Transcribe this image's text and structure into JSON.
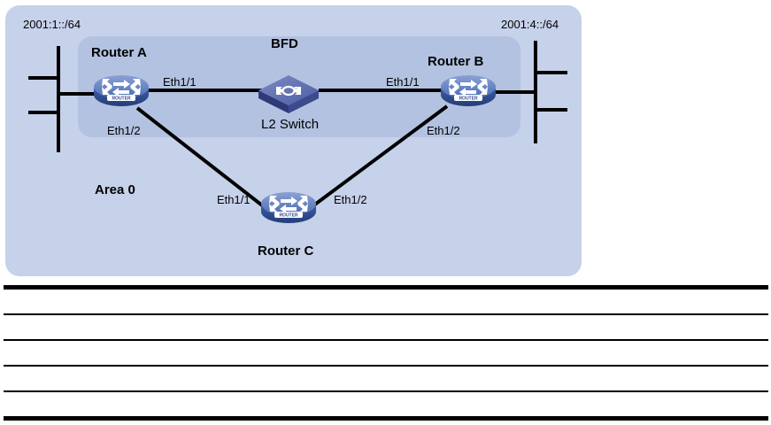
{
  "diagram": {
    "type": "network-topology",
    "title": "BFD",
    "area_label": "Area 0",
    "networks": [
      {
        "id": "left-net",
        "label": "2001:1::/64"
      },
      {
        "id": "right-net",
        "label": "2001:4::/64"
      }
    ],
    "nodes": [
      {
        "id": "router-a",
        "label": "Router A",
        "icon": "router-icon",
        "badge": "ROUTER"
      },
      {
        "id": "router-b",
        "label": "Router B",
        "icon": "router-icon",
        "badge": "ROUTER"
      },
      {
        "id": "router-c",
        "label": "Router C",
        "icon": "router-icon",
        "badge": "ROUTER"
      },
      {
        "id": "l2-switch",
        "label": "L2 Switch",
        "icon": "switch-icon",
        "badge": ""
      }
    ],
    "interfaces": [
      {
        "id": "a-eth1-1",
        "node": "router-a",
        "label": "Eth1/1"
      },
      {
        "id": "a-eth1-2",
        "node": "router-a",
        "label": "Eth1/2"
      },
      {
        "id": "b-eth1-1",
        "node": "router-b",
        "label": "Eth1/1"
      },
      {
        "id": "b-eth1-2",
        "node": "router-b",
        "label": "Eth1/2"
      },
      {
        "id": "c-eth1-1",
        "node": "router-c",
        "label": "Eth1/1"
      },
      {
        "id": "c-eth1-2",
        "node": "router-c",
        "label": "Eth1/2"
      }
    ],
    "links": [
      {
        "from": "left-net",
        "to": "router-a"
      },
      {
        "from": "router-a",
        "to": "l2-switch"
      },
      {
        "from": "l2-switch",
        "to": "router-b"
      },
      {
        "from": "router-b",
        "to": "right-net"
      },
      {
        "from": "router-a",
        "to": "router-c"
      },
      {
        "from": "router-c",
        "to": "router-b"
      }
    ],
    "colors": {
      "outer_panel": "#c6d1ea",
      "inner_panel": "#b3c2e0",
      "router_body": "#4a6db5",
      "router_top": "#7f97cc",
      "router_base": "#2f4a8f",
      "switch_top": "#6577b8",
      "switch_side": "#3c4a8e",
      "link": "#000000",
      "text": "#000000",
      "background": "#ffffff"
    }
  },
  "table": {
    "rows": [
      {
        "id": "row-1",
        "cells": [
          ""
        ]
      },
      {
        "id": "row-2",
        "cells": [
          ""
        ]
      },
      {
        "id": "row-3",
        "cells": [
          ""
        ]
      },
      {
        "id": "row-4",
        "cells": [
          ""
        ]
      },
      {
        "id": "row-5",
        "cells": [
          ""
        ]
      }
    ]
  }
}
